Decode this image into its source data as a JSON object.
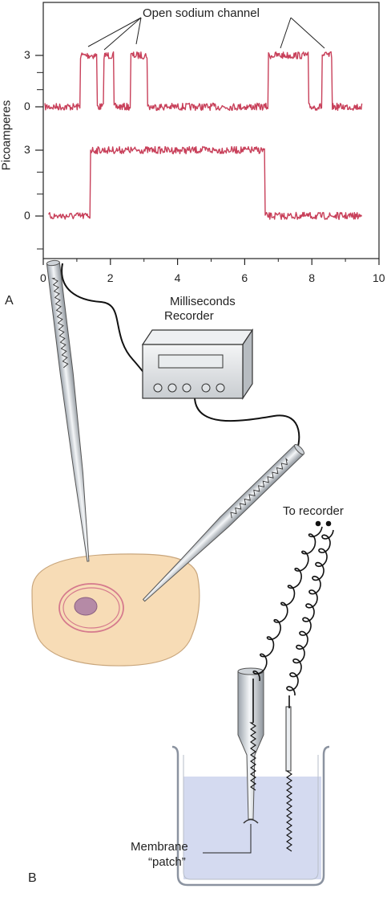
{
  "chart_data": {
    "type": "line",
    "xlabel": "Milliseconds",
    "ylabel": "Picoamperes",
    "annotation": "Open sodium channel",
    "xlim": [
      0,
      10
    ],
    "x_ticks": [
      0,
      2,
      4,
      6,
      8,
      10
    ],
    "upper_trace_y_ticks": [
      0,
      3
    ],
    "lower_trace_y_ticks": [
      0,
      3
    ],
    "series": [
      {
        "open_intervals_ms": [
          [
            1.1,
            1.6
          ],
          [
            1.8,
            2.1
          ],
          [
            2.6,
            3.1
          ],
          [
            6.7,
            7.9
          ],
          [
            8.3,
            8.6
          ]
        ],
        "open_level_pA": 3,
        "closed_level_pA": 0
      },
      {
        "open_intervals_ms": [
          [
            1.4,
            6.6
          ]
        ],
        "open_level_pA": 3,
        "closed_level_pA": 0
      }
    ]
  },
  "panels": {
    "a": "A",
    "b": "B"
  },
  "diagram": {
    "recorder_label": "Recorder",
    "to_recorder_label": "To recorder",
    "membrane_line1": "Membrane",
    "membrane_line2": "“patch”"
  },
  "colors": {
    "trace": "#c8405a",
    "cell_fill": "#f7dcb6",
    "nucleus_ring": "#d5798d",
    "nucleus_core": "#b58aa6",
    "beaker_liquid": "#d4daf0",
    "device_fill": "#e4e7ea"
  }
}
